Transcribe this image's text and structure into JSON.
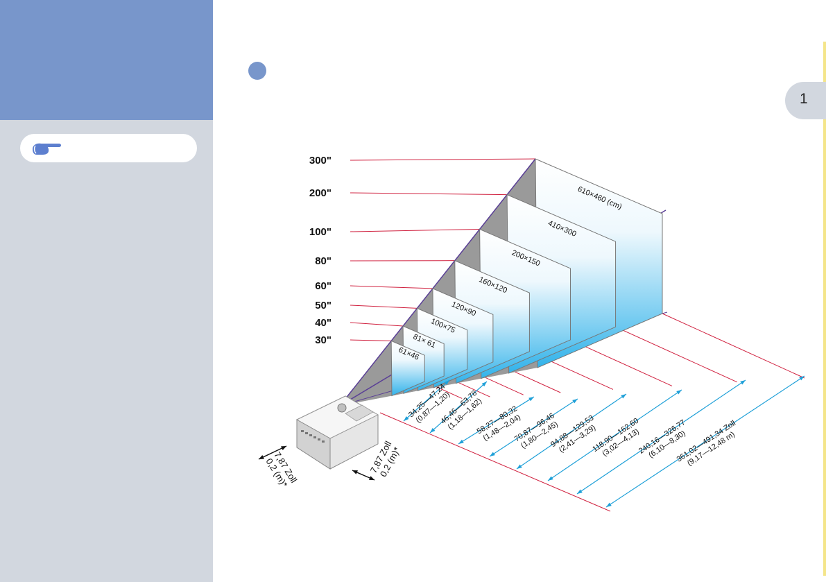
{
  "chapter": {
    "number": "1"
  },
  "screen_sizes": [
    {
      "diag": "300\"",
      "dims": "610×460 (cm)"
    },
    {
      "diag": "200\"",
      "dims": "410×300"
    },
    {
      "diag": "100\"",
      "dims": "200×150"
    },
    {
      "diag": "80\"",
      "dims": "160×120"
    },
    {
      "diag": "60\"",
      "dims": "120×90"
    },
    {
      "diag": "50\"",
      "dims": "100×75"
    },
    {
      "diag": "40\"",
      "dims": "81× 61"
    },
    {
      "diag": "30\"",
      "dims": "61×46"
    }
  ],
  "distances": [
    {
      "zoll": "34,25—47,24",
      "m": "(0,87—1,20)"
    },
    {
      "zoll": "46,46—63,78",
      "m": "(1,18—1,62)"
    },
    {
      "zoll": "58,27—80,32",
      "m": "(1,48—2,04)"
    },
    {
      "zoll": "70,87—96,46",
      "m": "(1,80—2,45)"
    },
    {
      "zoll": "94,88—129,53",
      "m": "(2,41—3,29)"
    },
    {
      "zoll": "118,90—162,60",
      "m": "(3,02—4,13)"
    },
    {
      "zoll": "240,16—326,77",
      "m": "(6,10—8,30)"
    },
    {
      "zoll": "361,02—491,34 Zoll",
      "m": "(9,17—12,48 m)"
    }
  ],
  "offsets": {
    "left": {
      "zoll": "7,87 Zoll",
      "m": "0,2 (m)*"
    },
    "right": {
      "zoll": "7,87 Zoll",
      "m": "0,2 (m)*"
    }
  },
  "colors": {
    "sidebar": "#d2d7df",
    "header": "#7896cb",
    "leader": "#d0213f",
    "frustum": "#5a3f96",
    "dimension": "#1fa0d8"
  }
}
